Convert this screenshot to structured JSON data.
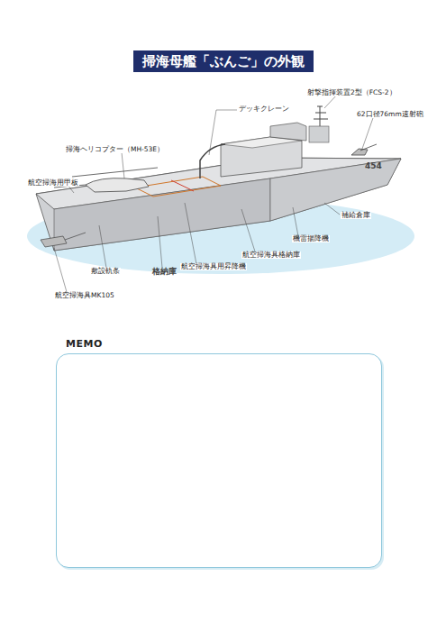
{
  "diagram": {
    "title": "掃海母艦「ぶんご」の外観",
    "nodes": [
      {
        "text": [
          "MEMO"
        ]
      }
    ],
    "labels": [
      "デッキクレーン",
      "射撃指揮装置2型（FCS-2）",
      "62口径76mm速射砲",
      "掃海ヘリコプター（MH-53E）",
      "航空掃海用甲板",
      "454",
      "補給倉庫",
      "機雷揚降機",
      "航空掃海具格納庫",
      "航空掃海具用昇降機",
      "格納庫",
      "敷設軌条",
      "航空掃海具MK105"
    ]
  }
}
